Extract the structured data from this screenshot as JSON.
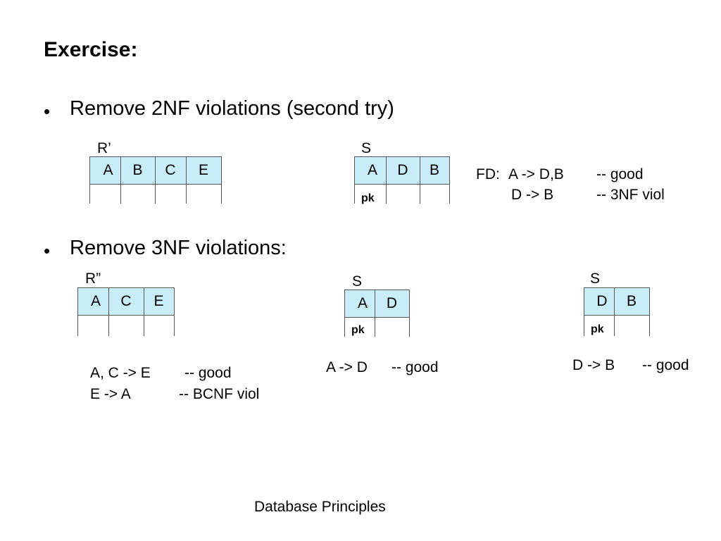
{
  "slide": {
    "title": "Exercise:",
    "bullet_char": "•",
    "bullet1": "Remove 2NF violations (second try)",
    "bullet2": "Remove 3NF violations:",
    "footer": "Database Principles"
  },
  "section1": {
    "r_prime": {
      "name": "R’",
      "attrs": [
        "A",
        "B",
        "C",
        "E"
      ]
    },
    "s": {
      "name": "S",
      "attrs": [
        "A",
        "D",
        "B"
      ],
      "key_label": "pk"
    },
    "fd_prefix": "FD:",
    "fds": [
      {
        "lhs_rhs": "A -> D,B",
        "verdict": "-- good"
      },
      {
        "lhs_rhs": "D -> B",
        "verdict": "-- 3NF viol"
      }
    ]
  },
  "section2": {
    "r_dprime": {
      "name": "R”",
      "attrs": [
        "A",
        "C",
        "E"
      ],
      "fds": [
        {
          "lhs_rhs": "A, C -> E",
          "verdict": "-- good"
        },
        {
          "lhs_rhs": "E -> A",
          "verdict": "-- BCNF viol"
        }
      ]
    },
    "s1": {
      "name": "S",
      "attrs": [
        "A",
        "D"
      ],
      "key_label": "pk",
      "fd": {
        "lhs_rhs": "A -> D",
        "verdict": "-- good"
      }
    },
    "s2": {
      "name": "S",
      "attrs": [
        "D",
        "B"
      ],
      "key_label": "pk",
      "fd": {
        "lhs_rhs": "D -> B",
        "verdict": "-- good"
      }
    }
  }
}
